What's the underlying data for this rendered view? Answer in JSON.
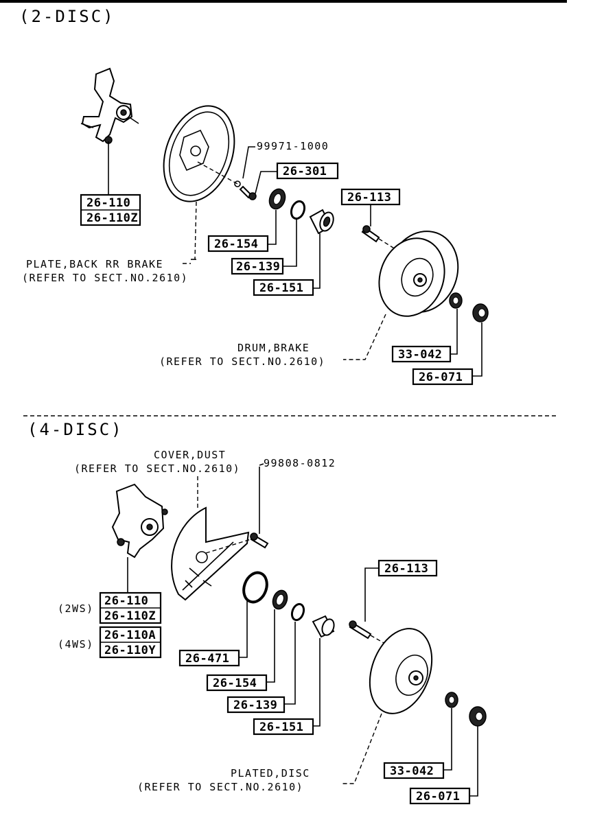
{
  "sections": {
    "two_disc": {
      "title": "(2-DISC)",
      "part_numbers": {
        "knuckle_a": "26-110",
        "knuckle_b": "26-110Z",
        "bolt_ref": "99971-1000",
        "bolt": "26-301",
        "hub_bolt": "26-113",
        "seal": "26-154",
        "snap_ring": "26-139",
        "bearing": "26-151",
        "washer": "33-042",
        "nut": "26-071"
      },
      "notes": {
        "plate_line1": "PLATE,BACK RR BRAKE",
        "plate_line2": "(REFER TO SECT.NO.2610)",
        "drum_line1": "DRUM,BRAKE",
        "drum_line2": "(REFER TO SECT.NO.2610)"
      }
    },
    "four_disc": {
      "title": "(4-DISC)",
      "part_numbers": {
        "bolt_ref": "99808-0812",
        "hub_bolt": "26-113",
        "knuckle_2ws_a": "26-110",
        "knuckle_2ws_b": "26-110Z",
        "knuckle_4ws_a": "26-110A",
        "knuckle_4ws_b": "26-110Y",
        "oil_seal": "26-471",
        "seal": "26-154",
        "snap_ring": "26-139",
        "bearing": "26-151",
        "washer": "33-042",
        "nut": "26-071"
      },
      "variants": {
        "two_ws": "(2WS)",
        "four_ws": "(4WS)"
      },
      "notes": {
        "cover_line1": "COVER,DUST",
        "cover_line2": "(REFER TO SECT.NO.2610)",
        "disc_line1": "PLATED,DISC",
        "disc_line2": "(REFER TO SECT.NO.2610)"
      }
    }
  }
}
